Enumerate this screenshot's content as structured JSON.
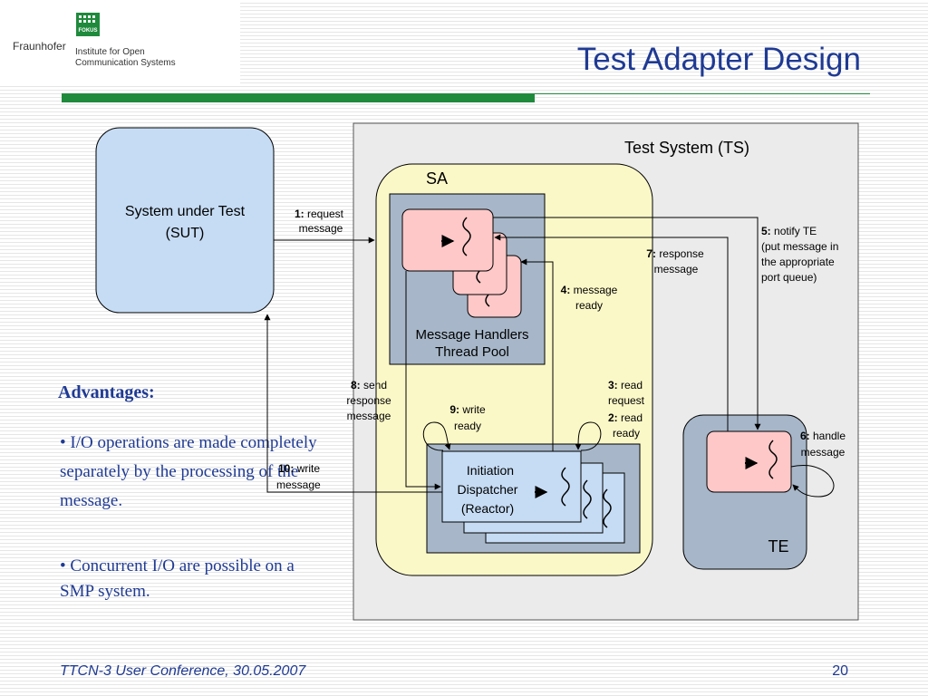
{
  "header": {
    "brand": "Fraunhofer",
    "badge": "FOKUS",
    "institute_line1": "Institute for Open",
    "institute_line2": "Communication Systems",
    "title": "Test Adapter Design"
  },
  "footer": {
    "conference": "TTCN-3 User Conference, 30.05.2007",
    "page_number": "20"
  },
  "advantages": {
    "title": "Advantages:",
    "bullet_1": "•  I/O operations are made completely separately by the processing of the message.",
    "bullet_2": "•  Concurrent I/O are possible on a SMP system."
  },
  "diagram": {
    "sut_line1": "System under Test",
    "sut_line2": "(SUT)",
    "ts_label": "Test System (TS)",
    "sa_label": "SA",
    "pool_line1": "Message Handlers",
    "pool_line2": "Thread Pool",
    "dispatcher_line1": "Initiation",
    "dispatcher_line2": "Dispatcher",
    "dispatcher_line3": "(Reactor)",
    "te_label": "TE",
    "steps": {
      "s1_num": "1:",
      "s1_a": "request",
      "s1_b": "message",
      "s2_num": "2:",
      "s2_a": "read",
      "s2_b": "ready",
      "s3_num": "3:",
      "s3_a": "read",
      "s3_b": "request",
      "s4_num": "4:",
      "s4_a": "message",
      "s4_b": "ready",
      "s5_num": "5:",
      "s5_a": "notify TE",
      "s5_b": "(put message in",
      "s5_c": "the appropriate",
      "s5_d": "port queue)",
      "s6_num": "6:",
      "s6_a": "handle",
      "s6_b": "message",
      "s7_num": "7:",
      "s7_a": "response",
      "s7_b": "message",
      "s8_num": "8:",
      "s8_a": "send",
      "s8_b": "response",
      "s8_c": "message",
      "s9_num": "9:",
      "s9_a": "write",
      "s9_b": "ready",
      "s10_num": "10:",
      "s10_a": "write",
      "s10_b": "message"
    }
  }
}
